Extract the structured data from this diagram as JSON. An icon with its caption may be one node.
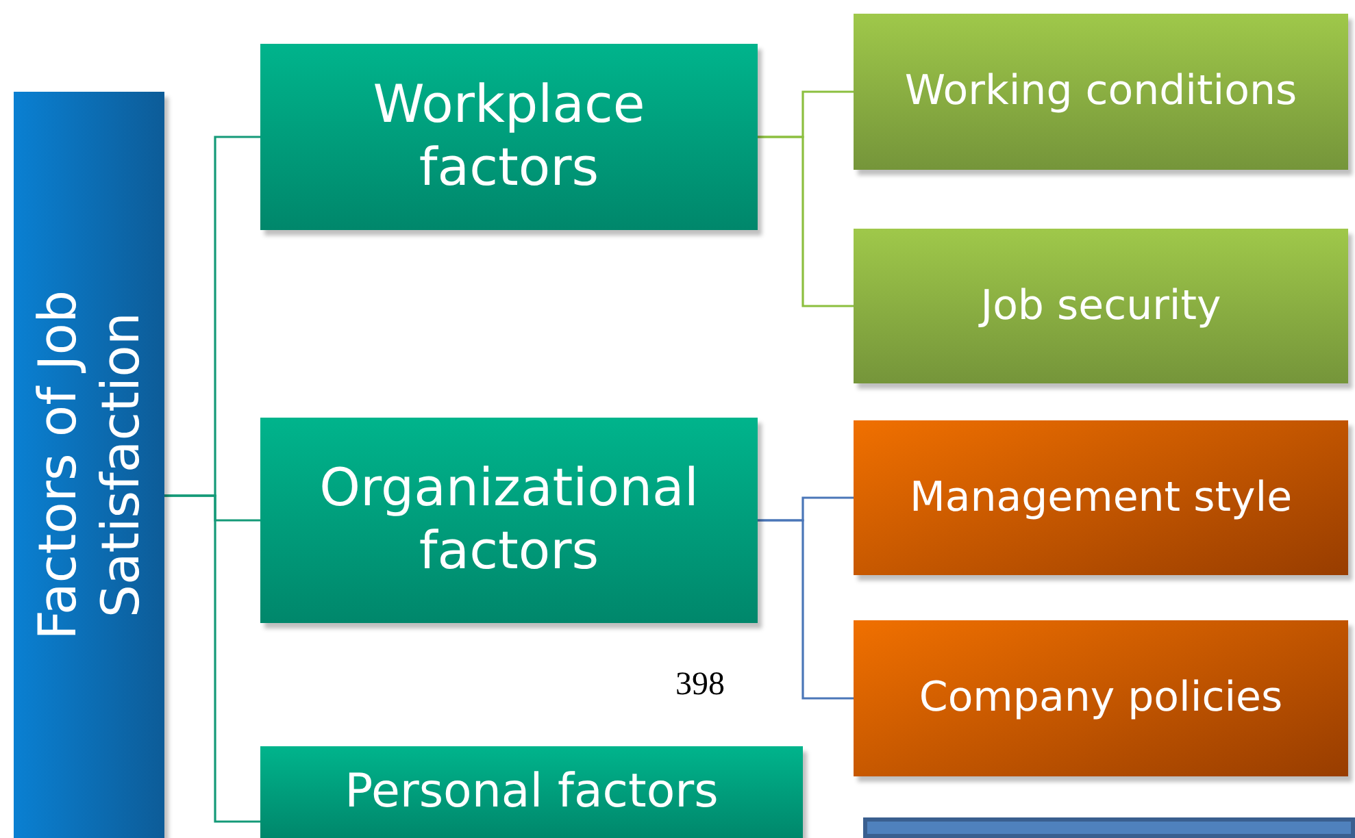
{
  "diagram": {
    "nodes": [
      {
        "text": [
          "Factors of Job Satisfaction"
        ]
      },
      {
        "text": [
          "Workplace factors"
        ]
      },
      {
        "text": [
          "Working conditions"
        ]
      },
      {
        "text": [
          "Job security"
        ]
      },
      {
        "text": [
          "Organizational factors"
        ]
      },
      {
        "text": [
          "Management style"
        ]
      },
      {
        "text": [
          "Company policies"
        ]
      },
      {
        "text": [
          "Personal factors"
        ]
      },
      {
        "text": [],
        "shape": "box"
      }
    ],
    "edges": [
      {
        "from": 0,
        "to": 1,
        "arrow": "none"
      },
      {
        "from": 0,
        "to": 4,
        "arrow": "none"
      },
      {
        "from": 0,
        "to": 7,
        "arrow": "none"
      },
      {
        "from": 1,
        "to": 2,
        "arrow": "none",
        "color": "#8cbf3f"
      },
      {
        "from": 1,
        "to": 3,
        "arrow": "none",
        "color": "#8cbf3f"
      },
      {
        "from": 4,
        "to": 5,
        "arrow": "none",
        "color": "#4a76b8"
      },
      {
        "from": 4,
        "to": 6,
        "arrow": "none",
        "color": "#4a76b8"
      }
    ],
    "labels": [
      "398"
    ]
  }
}
